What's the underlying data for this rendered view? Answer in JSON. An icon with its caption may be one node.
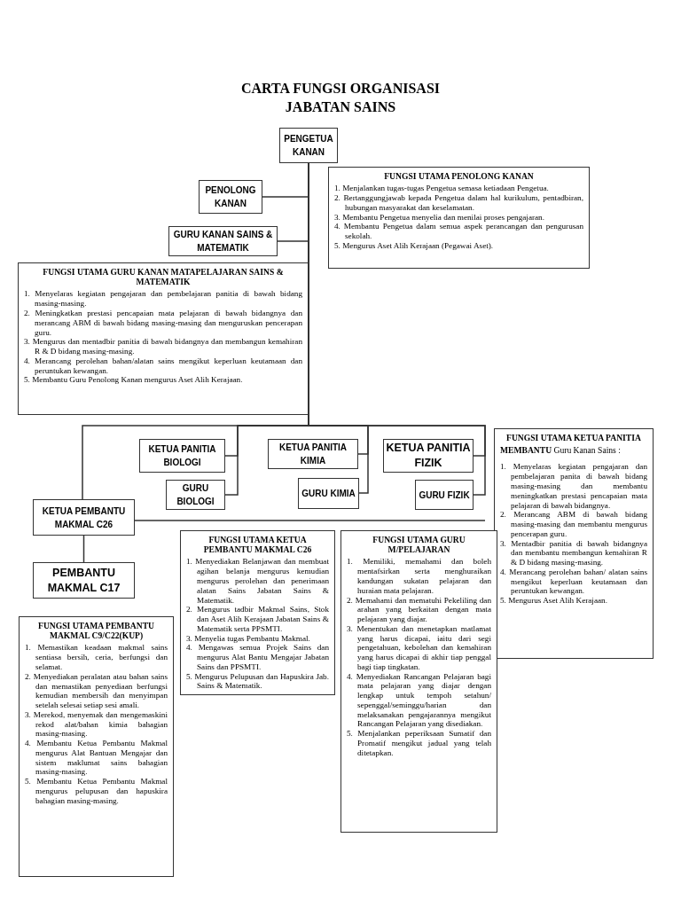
{
  "diagram": {
    "title": "CARTA FUNGSI ORGANISASI JABATAN SAINS",
    "nodes": [
      {
        "text": [
          "PENGETUA KANAN"
        ]
      },
      {
        "text": [
          "PENOLONG KANAN"
        ]
      },
      {
        "text": [
          "FUNGSI UTAMA PENOLONG KANAN",
          "1. Menjalankan tugas-tugas Pengetua semasa ketiadaan Pengetua.",
          "2. Bertanggungjawab kepada Pengetua dalam hal kurikulum, pentadbiran, hubungan masyarakat dan keselamatan.",
          "3. Membantu Pengetua menyelia dan menilai proses pengajaran.",
          "4. Membantu Pengetua dalam semua aspek perancangan dan pengurusan sekolah.",
          "5. Mengurus Aset Alih Kerajaan (Pegawai Aset)."
        ]
      },
      {
        "text": [
          "GURU KANAN SAINS & MATEMATIK"
        ]
      },
      {
        "text": [
          "FUNGSI UTAMA GURU KANAN MATAPELAJARAN SAINS & MATEMATIK",
          "1. Menyelaras kegiatan pengajaran dan pembelajaran panitia di bawah bidang masing-masing.",
          "2. Meningkatkan prestasi pencapaian mata pelajaran di bawah bidangnya dan merancang ABM di bawah bidang masing-masing dan menguruskan pencerapan guru.",
          "3. Mengurus dan mentadbir panitia di bawah bidangnya dan membangun kemahiran R & D bidang masing-masing.",
          "4. Merancang perolehan bahan/alatan sains mengikut keperluan keutamaan dan peruntukan kewangan.",
          "5. Membantu Guru Penolong Kanan mengurus Aset Alih Kerajaan."
        ]
      },
      {
        "text": [
          "KETUA PANITIA BIOLOGI"
        ]
      },
      {
        "text": [
          "KETUA PANITIA KIMIA"
        ]
      },
      {
        "text": [
          "KETUA PANITIA FIZIK"
        ]
      },
      {
        "text": [
          "FUNGSI UTAMA KETUA PANITIA",
          "**MEMBANTU** Guru Kanan Sains :",
          "1. Menyelaras kegiatan pengajaran dan pembelajaran panita di bawah bidang masing-masing dan membantu meningkatkan prestasi pencapaian mata pelajaran di bawah bidangnya.",
          "2. Merancang ABM di bawah bidang masing-masing dan membantu mengurus pencerapan guru.",
          "3. Mentadbir panitia di bawah bidangnya dan membantu membangun kemahiran R & D bidang masing-masing.",
          "4. Merancang perolehan bahan/ alatan sains mengikut keperluan keutamaan dan peruntukan kewangan.",
          "5. Mengurus Aset Alih Kerajaan."
        ]
      },
      {
        "text": [
          "GURU BIOLOGI"
        ]
      },
      {
        "text": [
          "GURU KIMIA"
        ]
      },
      {
        "text": [
          "GURU FIZIK"
        ]
      },
      {
        "text": [
          "KETUA PEMBANTU MAKMAL C26"
        ]
      },
      {
        "text": [
          "FUNGSI UTAMA KETUA PEMBANTU MAKMAL C26",
          "1. Menyediakan Belanjawan dan membuat agihan belanja mengurus kemudian mengurus perolehan dan penerimaan alatan Sains Jabatan Sains & Matematik.",
          "2. Mengurus tadbir Makmal Sains, Stok dan Aset Alih Kerajaan Jabatan Sains & Matematik serta PPSMTI.",
          "3. Menyelia tugas Pembantu Makmal.",
          "4. Mengawas semua Projek Sains dan mengurus Alat Bantu Mengajar Jabatan Sains dan PPSMTI.",
          "5. Mengurus Pelupusan dan Hapuskira Jab. Sains & Matematik."
        ]
      },
      {
        "text": [
          "FUNGSI UTAMA GURU M/PELAJARAN",
          "1. Memiliki, memahami dan boleh mentafsirkan serta menghuraikan kandungan sukatan pelajaran dan huraian mata pelajaran.",
          "2. Memahami dan mematuhi Pekeliling dan arahan yang berkaitan dengan mata pelajaran yang diajar.",
          "3. Menentukan dan menetapkan matlamat yang harus dicapai, iaitu dari segi pengetahuan, kebolehan dan kemahiran yang harus dicapai di akhir tiap penggal bagi tiap tingkatan.",
          "4. Menyediakan Rancangan Pelajaran bagi mata pelajaran yang diajar dengan lengkap untuk tempoh setahun/ sepenggal/seminggu/harian dan melaksanakan pengajarannya mengikut Rancangan Pelajaran yang disediakan.",
          "5. Menjalankan peperiksaan Sumatif dan Promatif mengikut jadual yang telah ditetapkan."
        ]
      },
      {
        "text": [
          "PEMBANTU MAKMAL C17"
        ]
      },
      {
        "text": [
          "FUNGSI UTAMA PEMBANTU MAKMAL C9/C22(KUP)",
          "1. Memastikan keadaan makmal sains sentiasa bersih, ceria, berfungsi dan selamat.",
          "2. Menyediakan peralatan atau bahan sains dan memastikan penyediaan berfungsi kemudian membersih dan menyimpan setelah selesai setiap sesi amali.",
          "3. Merekod, menyemak dan mengemaskini rekod alat/bahan kimia bahagian masing-masing.",
          "4. Membantu Ketua Pembantu Makmal mengurus Alat Bantuan Mengajar dan sistem maklumat sains bahagian masing-masing.",
          "5. Membantu Ketua Pembantu Makmal mengurus pelupusan dan hapuskira bahagian masing-masing."
        ]
      }
    ],
    "edges": [
      {
        "from": 0,
        "to": 1,
        "arrow": "none"
      },
      {
        "from": 0,
        "to": 3,
        "arrow": "none"
      },
      {
        "from": 0,
        "to": 5,
        "arrow": "none"
      },
      {
        "from": 0,
        "to": 9,
        "arrow": "none"
      },
      {
        "from": 0,
        "to": 6,
        "arrow": "none"
      },
      {
        "from": 0,
        "to": 10,
        "arrow": "none"
      },
      {
        "from": 0,
        "to": 7,
        "arrow": "none"
      },
      {
        "from": 0,
        "to": 11,
        "arrow": "none"
      },
      {
        "from": 0,
        "to": 12,
        "arrow": "none"
      },
      {
        "from": 12,
        "to": 15,
        "arrow": "none"
      }
    ]
  }
}
